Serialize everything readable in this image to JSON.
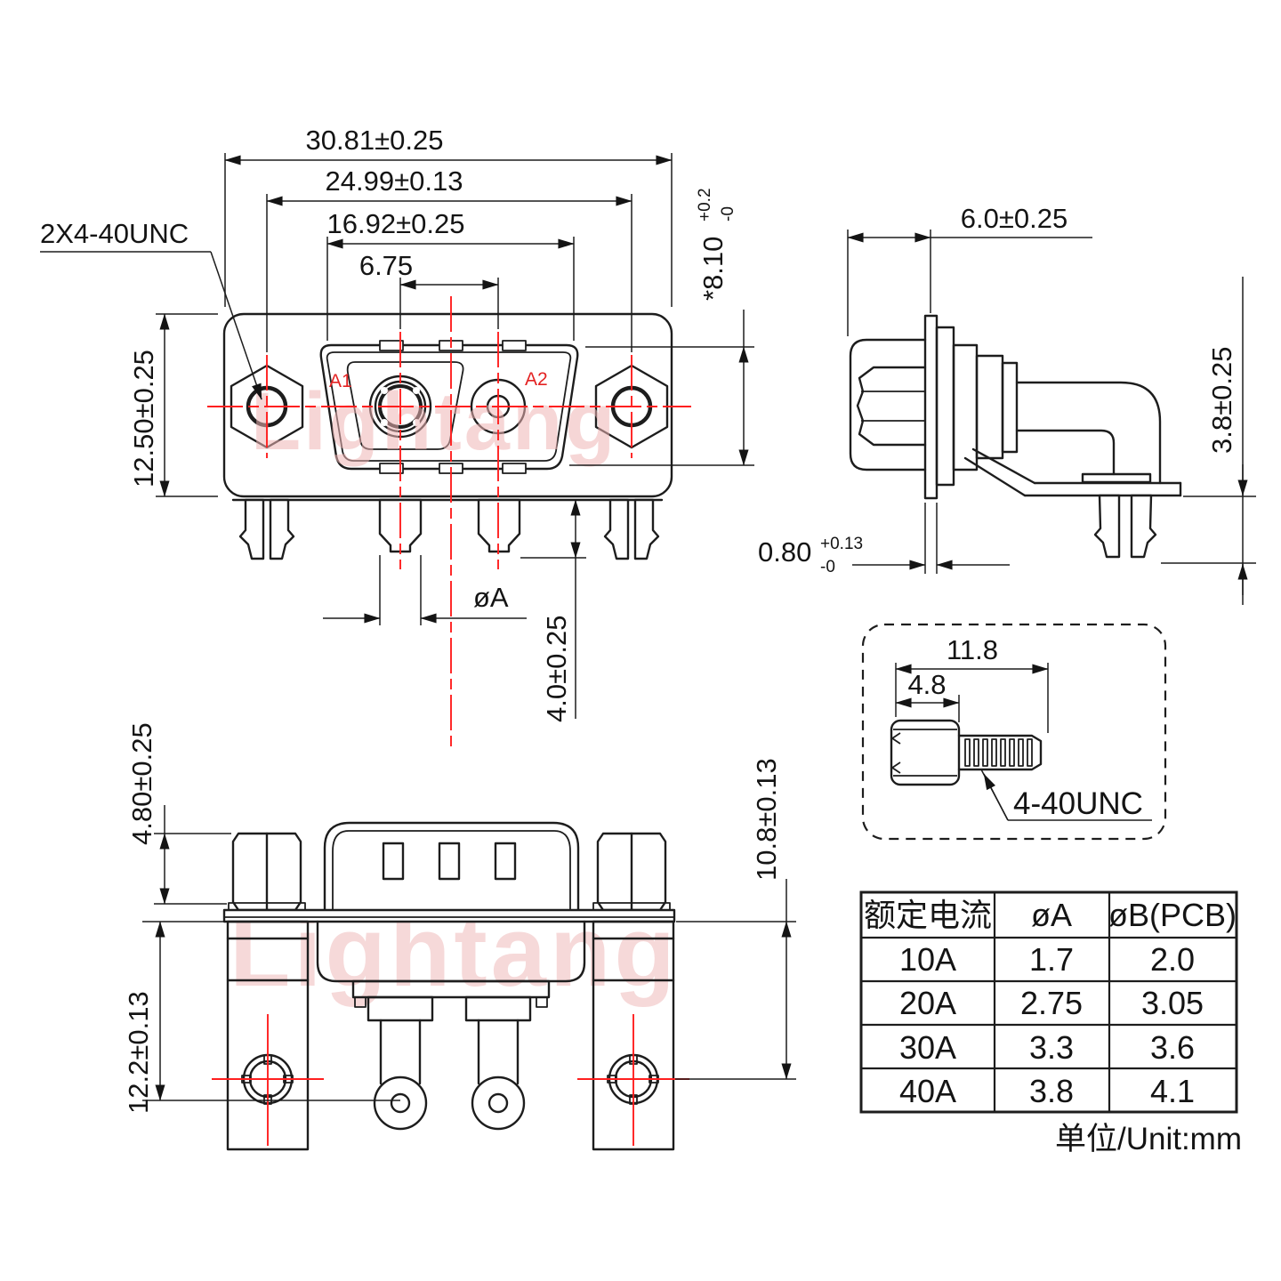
{
  "watermark": {
    "text": "Lightang"
  },
  "front_view": {
    "dim_width_outer": "30.81±0.25",
    "dim_width_mount": "24.99±0.13",
    "dim_width_insert": "16.92±0.25",
    "dim_contact_pitch": "6.75",
    "dim_height": "12.50±0.25",
    "dim_insert_height": "*8.10",
    "dim_insert_height_tol_plus": "+0.2",
    "dim_insert_height_tol_minus": "-0",
    "thread_callout": "2X4-40UNC",
    "contact_a1": "A1",
    "contact_a2": "A2",
    "dim_pin_dia": "øA",
    "dim_pin_length": "4.0±0.25"
  },
  "side_view": {
    "dim_depth": "6.0±0.25",
    "dim_standoff": "3.8±0.25",
    "dim_flange_thickness": "0.80",
    "dim_flange_tol_plus": "+0.13",
    "dim_flange_tol_minus": "-0"
  },
  "back_view": {
    "dim_nut_height": "4.80±0.25",
    "dim_hole_offset": "12.2±0.13",
    "dim_hole_offset_right": "10.8±0.13"
  },
  "screw_detail": {
    "dim_total_length": "11.8",
    "dim_head_length": "4.8",
    "thread_label": "4-40UNC"
  },
  "spec_table": {
    "headers": [
      "额定电流",
      "øA",
      "øB(PCB)"
    ],
    "rows": [
      [
        "10A",
        "1.7",
        "2.0"
      ],
      [
        "20A",
        "2.75",
        "3.05"
      ],
      [
        "30A",
        "3.3",
        "3.6"
      ],
      [
        "40A",
        "3.8",
        "4.1"
      ]
    ],
    "unit_note": "单位/Unit:mm"
  },
  "colors": {
    "line": "#1d1d1d",
    "red": "#ff1f1f",
    "watermark_pink": "#efb5b5"
  }
}
